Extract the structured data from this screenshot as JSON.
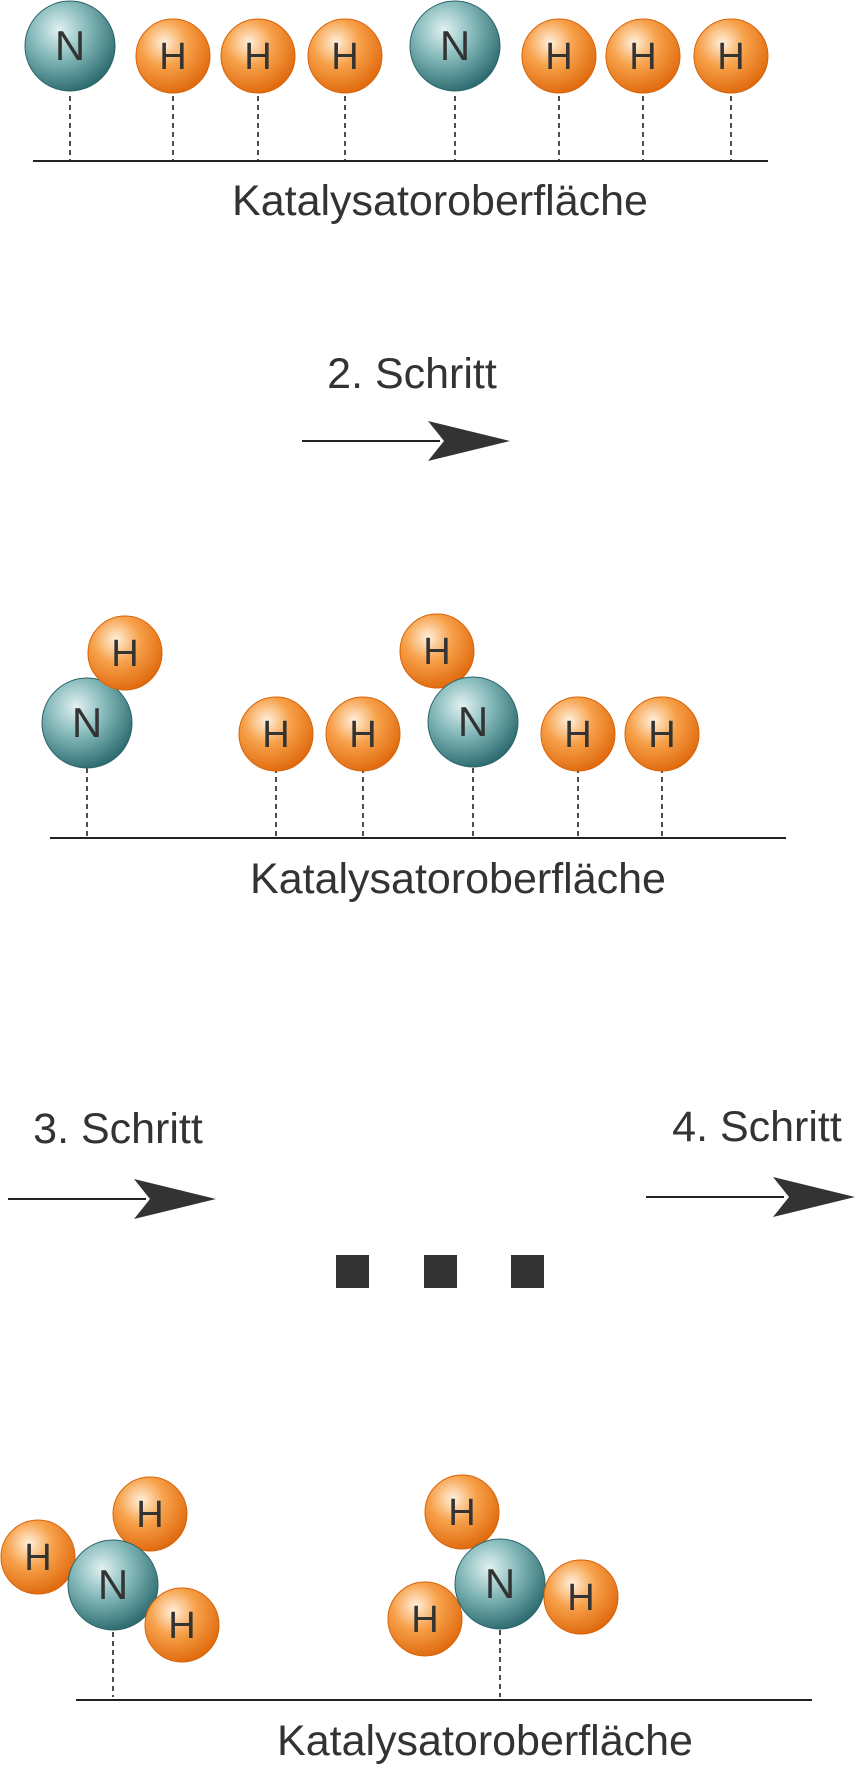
{
  "colors": {
    "nitrogen_light": "#d7ecec",
    "nitrogen_mid": "#7db4b6",
    "nitrogen_dark": "#2e6f73",
    "hydrogen_light": "#fde3c4",
    "hydrogen_mid": "#f6a04a",
    "hydrogen_dark": "#e06d10",
    "line": "#222222",
    "text": "#333333"
  },
  "atom_labels": {
    "nitrogen": "N",
    "hydrogen": "H"
  },
  "stage1": {
    "surface_label": "Katalysatoroberfläche",
    "atoms": [
      "N",
      "H",
      "H",
      "H",
      "N",
      "H",
      "H",
      "H"
    ]
  },
  "step2": {
    "label": "2. Schritt",
    "arrow": "right-arrow-icon"
  },
  "stage2": {
    "surface_label": "Katalysatoroberfläche",
    "species": [
      "NH",
      "H",
      "H",
      "NH",
      "H",
      "H"
    ]
  },
  "step3": {
    "label": "3. Schritt",
    "arrow": "right-arrow-icon"
  },
  "ellipsis": {
    "dots": 3
  },
  "step4": {
    "label": "4. Schritt",
    "arrow": "right-arrow-icon"
  },
  "stage3": {
    "surface_label": "Katalysatoroberfläche",
    "species": [
      "NH3",
      "NH3"
    ]
  }
}
